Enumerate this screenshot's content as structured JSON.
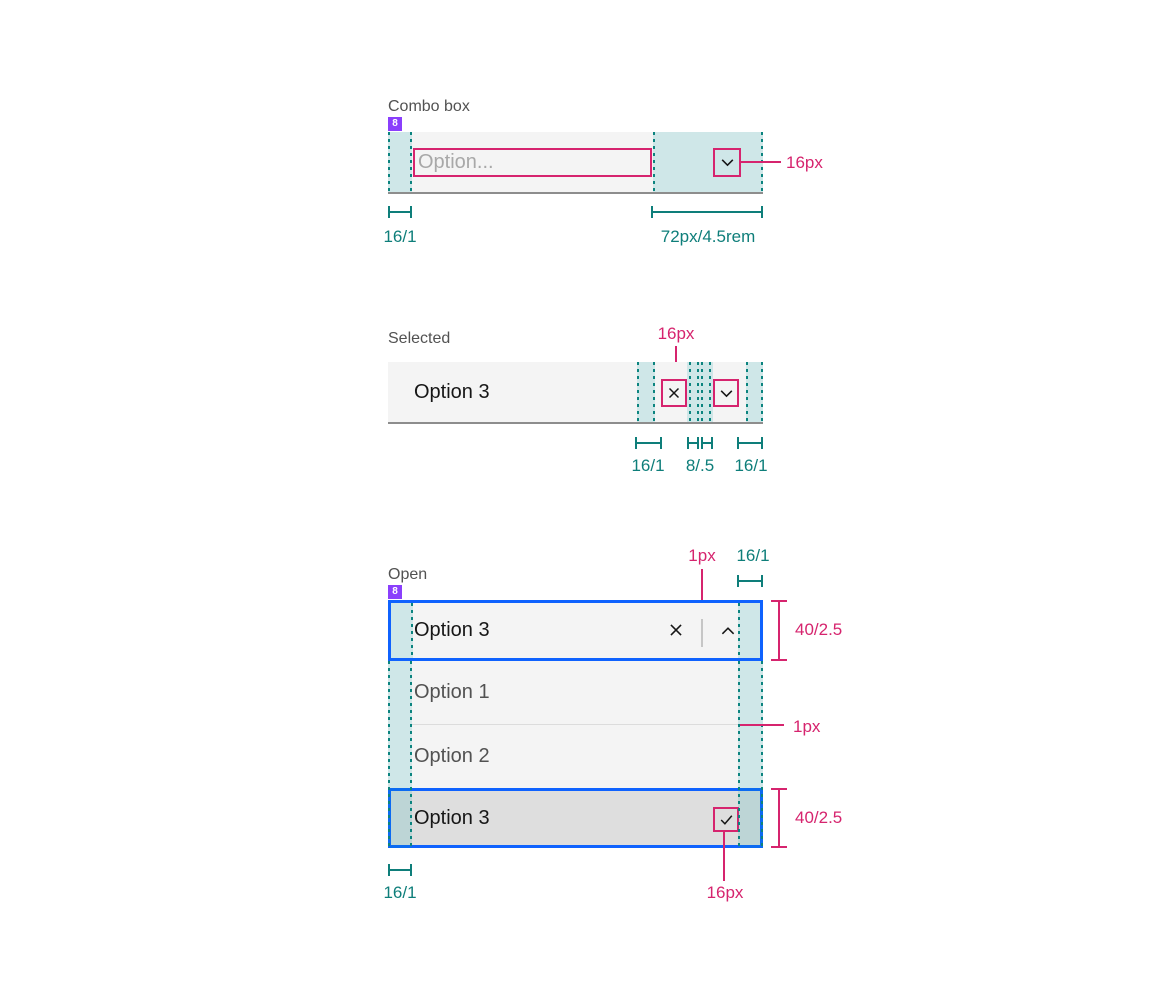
{
  "colors": {
    "annotation_teal": "#0e7e7a",
    "annotation_magenta": "#d6246e",
    "focus_blue": "#0f62fe",
    "badge_purple": "#8a3ffc",
    "field_background": "#f4f4f4",
    "selected_row_background": "#dedede"
  },
  "sections": {
    "combo": {
      "label": "Combo box",
      "badge": "8",
      "placeholder": "Option...",
      "icon_size_label": "16px",
      "measure_left": "16/1",
      "measure_right": "72px/4.5rem"
    },
    "selected": {
      "label": "Selected",
      "value": "Option 3",
      "icon_size_label": "16px",
      "measure_1": "16/1",
      "measure_2": "8/.5",
      "measure_3": "16/1"
    },
    "open": {
      "label": "Open",
      "badge": "8",
      "value": "Option 3",
      "divider_width_label": "1px",
      "measure_top_right": "16/1",
      "field_height_label": "40/2.5",
      "menu_divider_label": "1px",
      "selected_row_height_label": "40/2.5",
      "measure_bottom_left": "16/1",
      "check_icon_size_label": "16px",
      "menu_items": [
        "Option 1",
        "Option 2",
        "Option 3"
      ]
    }
  }
}
